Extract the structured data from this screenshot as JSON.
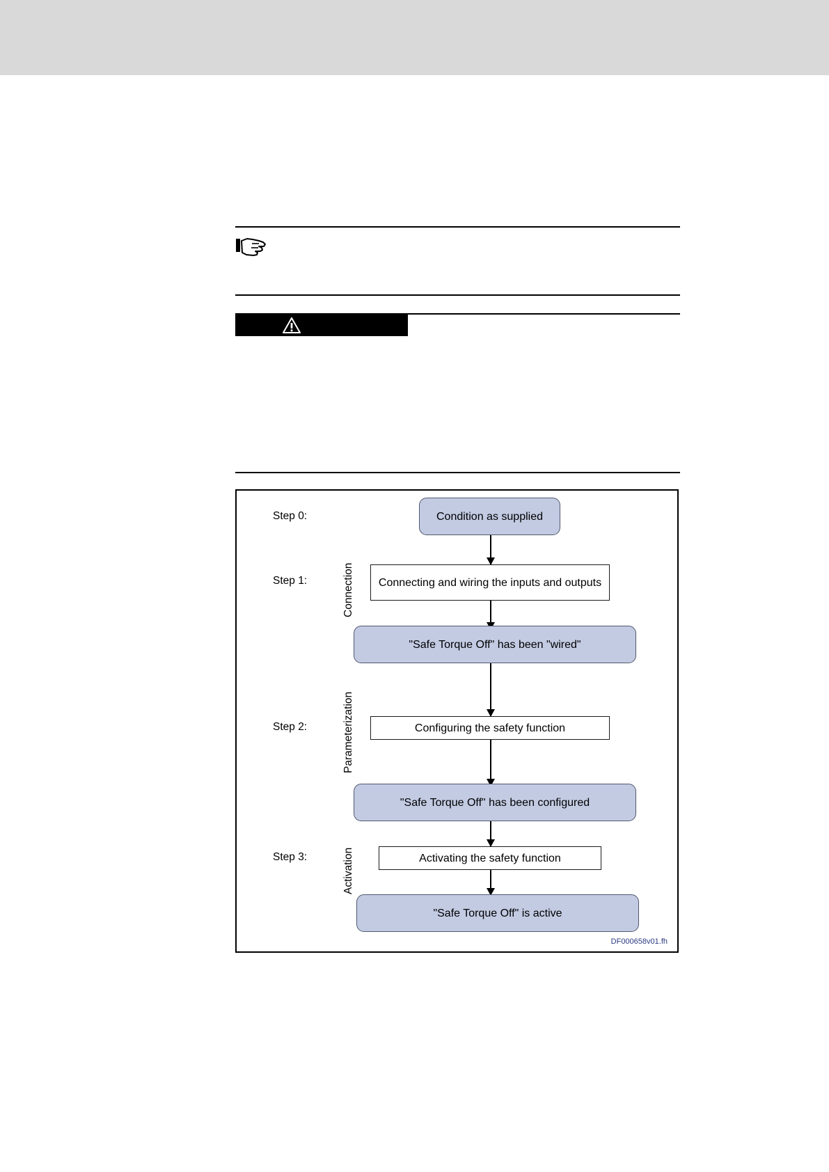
{
  "page": {
    "header_band_color": "#d9d9d9",
    "accent_color": "#c3cbe3"
  },
  "note": {
    "icon": "pointing-hand-icon",
    "text": ""
  },
  "warning": {
    "icon": "warning-triangle-icon",
    "label": "",
    "text": "",
    "items": []
  },
  "figure": {
    "caption_id": "DF000658v01.fh",
    "steps": [
      {
        "label": "Step 0:"
      },
      {
        "label": "Step 1:"
      },
      {
        "label": "Step 2:"
      },
      {
        "label": "Step 3:"
      }
    ],
    "phases": [
      {
        "label": "Connection"
      },
      {
        "label": "Parameterization"
      },
      {
        "label": "Activation"
      }
    ],
    "nodes": [
      {
        "type": "state",
        "text": "Condition as supplied"
      },
      {
        "type": "action",
        "text": "Connecting and wiring the inputs and outputs"
      },
      {
        "type": "state",
        "text": "\"Safe Torque Off\" has been \"wired\""
      },
      {
        "type": "action",
        "text": "Configuring the safety function"
      },
      {
        "type": "state",
        "text": "\"Safe Torque Off\" has been configured"
      },
      {
        "type": "action",
        "text": "Activating the safety function"
      },
      {
        "type": "state",
        "text": "\"Safe Torque Off\" is active"
      }
    ]
  }
}
